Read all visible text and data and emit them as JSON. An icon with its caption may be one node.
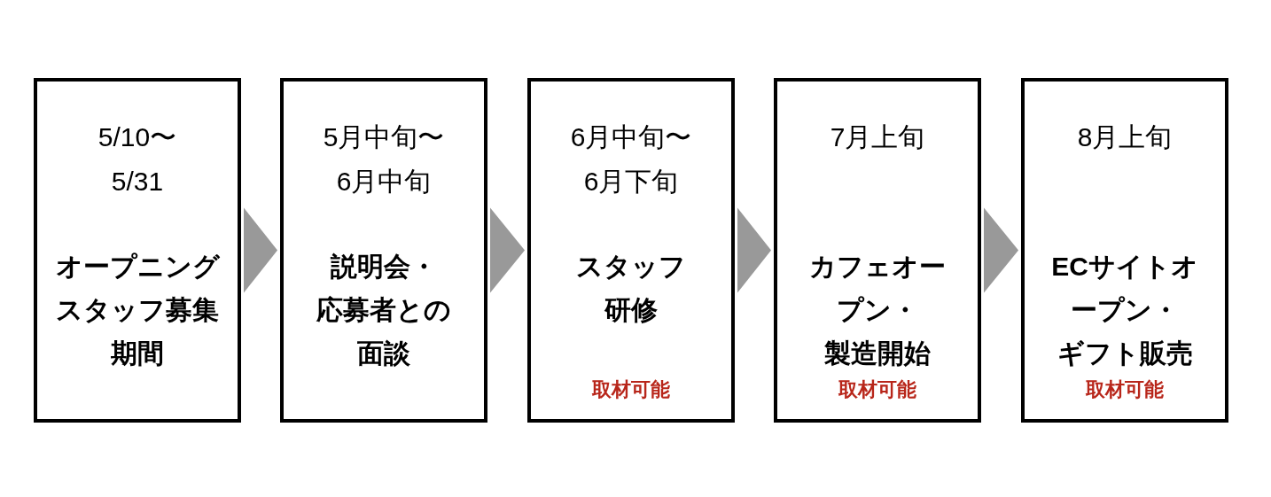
{
  "diagram": {
    "nodes": [
      {
        "text": [
          "5/10〜5/31",
          "オープニングスタッフ募集期間"
        ]
      },
      {
        "text": [
          "5月中旬〜6月中旬",
          "説明会・応募者との面談"
        ]
      },
      {
        "text": [
          "6月中旬〜6月下旬",
          "スタッフ研修",
          "取材可能"
        ]
      },
      {
        "text": [
          "7月上旬",
          "カフェオープン・製造開始",
          "取材可能"
        ]
      },
      {
        "text": [
          "8月上旬",
          "ECサイトオープン・ギフト販売",
          "取材可能"
        ]
      }
    ],
    "edges": [
      {
        "from": 0,
        "to": 1,
        "arrow": "to"
      },
      {
        "from": 1,
        "to": 2,
        "arrow": "to"
      },
      {
        "from": 2,
        "to": 3,
        "arrow": "to"
      },
      {
        "from": 3,
        "to": 4,
        "arrow": "to"
      }
    ]
  }
}
